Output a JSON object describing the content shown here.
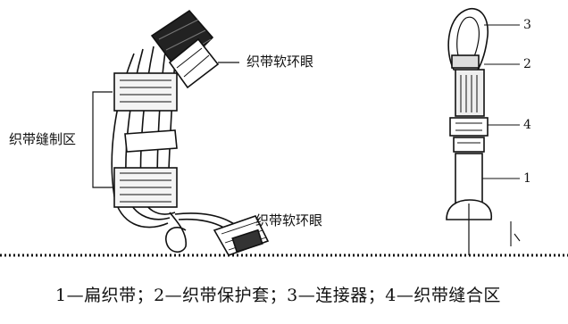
{
  "labels": {
    "soft_loop_top": "织带软环眼",
    "stitch_zone": "织带缝制区",
    "soft_loop_bottom": "织带软环眼"
  },
  "callouts": {
    "n3": "3",
    "n2": "2",
    "n4": "4",
    "n1": "1"
  },
  "caption": "1—扁织带；2—织带保护套；3—连接器；4—织带缝合区"
}
